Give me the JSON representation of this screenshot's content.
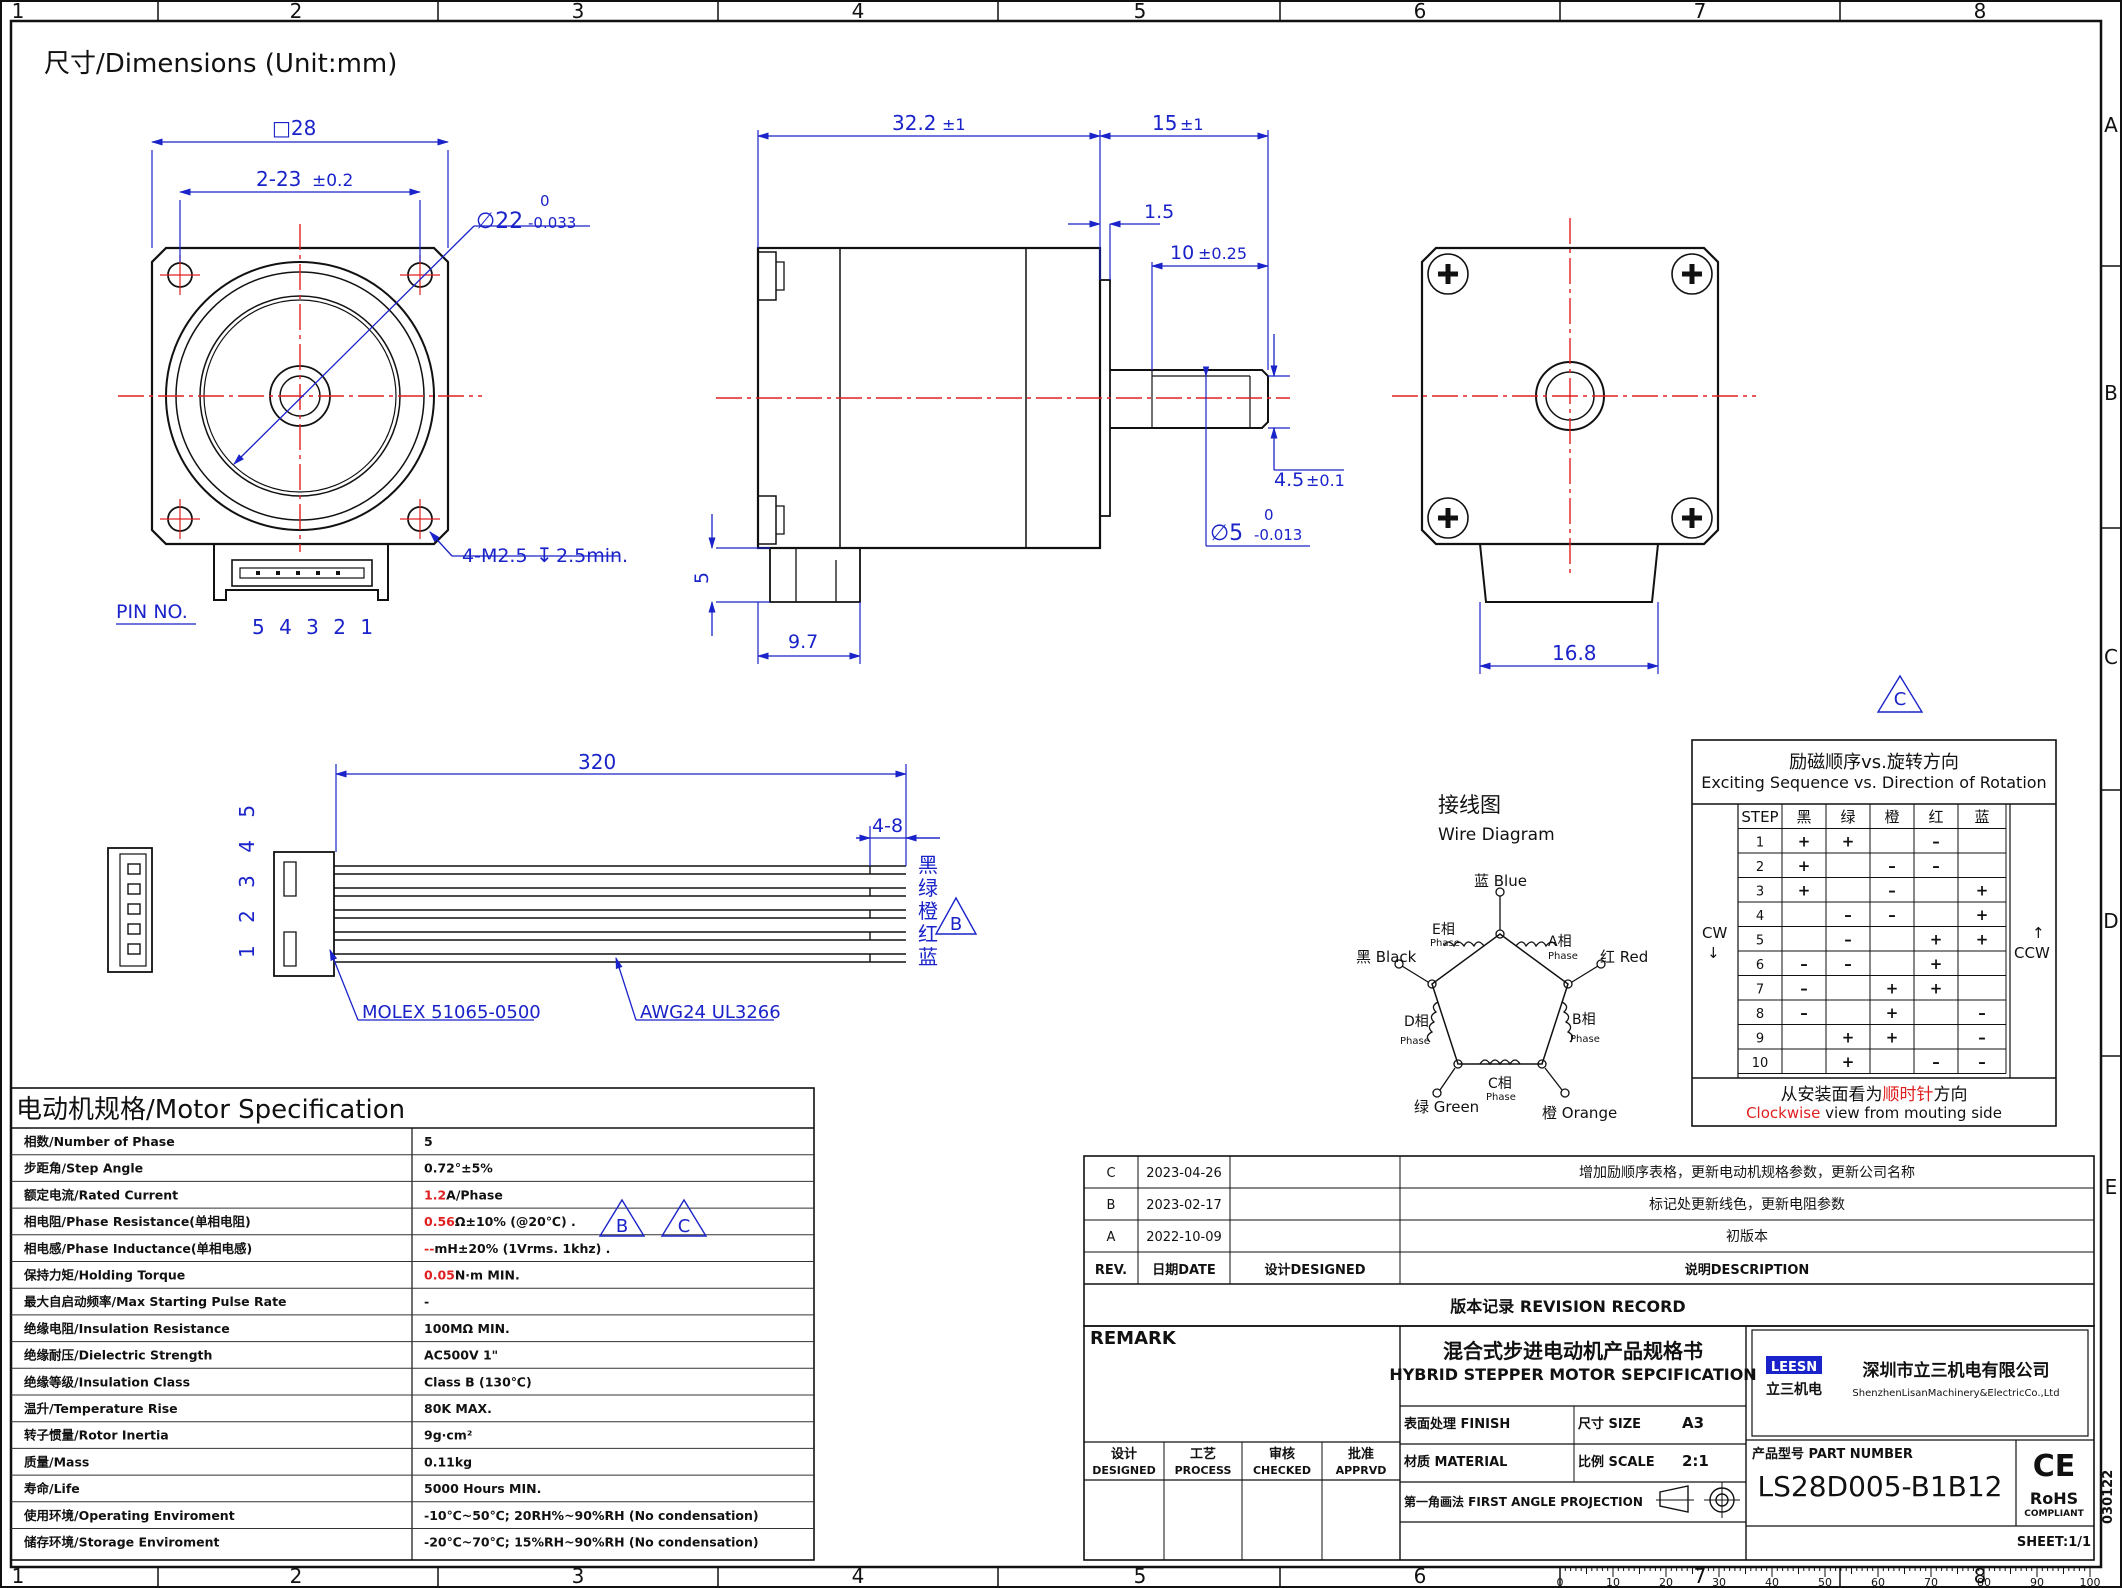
{
  "border": {
    "cols": [
      "1",
      "2",
      "3",
      "4",
      "5",
      "6",
      "7",
      "8"
    ],
    "rows": [
      "A",
      "B",
      "C",
      "D",
      "E"
    ]
  },
  "title": "尺寸/Dimensions (Unit:mm)",
  "front_view": {
    "square": "□28",
    "hole_spacing": "2-23",
    "hole_tol": "±0.2",
    "dia": "∅22",
    "dia_tol_upper": "0",
    "dia_tol_lower": "-0.033",
    "screw": "4-M2.5",
    "screw_depth": "2.5min.",
    "pin_label": "PIN NO.",
    "pins": "5 4 3 2 1"
  },
  "side_view": {
    "body_len": "32.2",
    "body_tol": "±1",
    "shaft_len": "15",
    "shaft_tol": "±1",
    "boss": "1.5",
    "flat_len": "10",
    "flat_tol": "±0.25",
    "flat_depth": "4.5",
    "flat_depth_tol": "±0.1",
    "shaft_dia": "∅5",
    "shaft_tol_upper": "0",
    "shaft_tol_lower": "-0.013",
    "conn_h": "5",
    "conn_w": "9.7"
  },
  "rear_view": {
    "width": "16.8"
  },
  "cable": {
    "length": "320",
    "strip": "4-8",
    "pins": "1 2 3 4 5",
    "connector": "MOLEX 51065-0500",
    "wire": "AWG24 UL3266",
    "colors": [
      "黑",
      "绿",
      "橙",
      "红",
      "蓝"
    ],
    "rev_mark": "B"
  },
  "wire_diagram": {
    "title_cn": "接线图",
    "title_en": "Wire Diagram",
    "blue": "蓝 Blue",
    "red": "红 Red",
    "black": "黑 Black",
    "green": "绿 Green",
    "orange": "橙 Orange",
    "phase_a": "A相",
    "phase_b": "B相",
    "phase_c": "C相",
    "phase_d": "D相",
    "phase_e": "E相",
    "phase_word": "Phase"
  },
  "sequence": {
    "rev_mark": "C",
    "title_cn": "励磁顺序vs.旋转方向",
    "title_en": "Exciting Sequence vs. Direction of Rotation",
    "headers": [
      "STEP",
      "黑",
      "绿",
      "橙",
      "红",
      "蓝"
    ],
    "rows": [
      [
        "1",
        "+",
        "+",
        "",
        "–",
        ""
      ],
      [
        "2",
        "+",
        "",
        "–",
        "–",
        ""
      ],
      [
        "3",
        "+",
        "",
        "–",
        "",
        "+"
      ],
      [
        "4",
        "",
        "–",
        "–",
        "",
        "+"
      ],
      [
        "5",
        "",
        "–",
        "",
        "+",
        "+"
      ],
      [
        "6",
        "–",
        "–",
        "",
        "+",
        ""
      ],
      [
        "7",
        "–",
        "",
        "+",
        "+",
        ""
      ],
      [
        "8",
        "–",
        "",
        "+",
        "",
        "–"
      ],
      [
        "9",
        "",
        "+",
        "+",
        "",
        "–"
      ],
      [
        "10",
        "",
        "+",
        "",
        "–",
        "–"
      ]
    ],
    "cw": "CW",
    "ccw": "CCW",
    "footer_cn_a": "从安装面看为",
    "footer_cn_red": "顺时针",
    "footer_cn_b": "方向",
    "footer_en_red": "Clockwise",
    "footer_en": " view from mouting side"
  },
  "spec": {
    "title": "电动机规格/Motor Specification",
    "rows": [
      {
        "label": "相数/Number of Phase",
        "value": "5",
        "red": ""
      },
      {
        "label": "步距角/Step Angle",
        "value": "0.72°±5%",
        "red": ""
      },
      {
        "label": "额定电流/Rated Current",
        "value": "A/Phase",
        "red": "1.2"
      },
      {
        "label": "相电阻/Phase Resistance(单相电阻)",
        "value": "Ω±10% (@20℃) .",
        "red": "0.56"
      },
      {
        "label": "相电感/Phase Inductance(单相电感)",
        "value": "mH±20% (1Vrms. 1khz) .",
        "red": "--"
      },
      {
        "label": "保持力矩/Holding Torque",
        "value": "N·m MIN.",
        "red": "0.05"
      },
      {
        "label": "最大自启动频率/Max Starting Pulse Rate",
        "value": "-",
        "red": ""
      },
      {
        "label": "绝缘电阻/Insulation Resistance",
        "value": "100MΩ MIN.",
        "red": ""
      },
      {
        "label": "绝缘耐压/Dielectric Strength",
        "value": "AC500V 1\"",
        "red": ""
      },
      {
        "label": "绝缘等级/Insulation Class",
        "value": "Class B (130℃)",
        "red": ""
      },
      {
        "label": "温升/Temperature Rise",
        "value": "80K MAX.",
        "red": ""
      },
      {
        "label": "转子惯量/Rotor Inertia",
        "value": "9g·cm²",
        "red": ""
      },
      {
        "label": "质量/Mass",
        "value": "0.11kg",
        "red": ""
      },
      {
        "label": "寿命/Life",
        "value": "5000 Hours MIN.",
        "red": ""
      },
      {
        "label": "使用环境/Operating Enviroment",
        "value": "-10℃~50℃; 20RH%~90%RH (No condensation)",
        "red": ""
      },
      {
        "label": "储存环境/Storage Enviroment",
        "value": "-20℃~70℃; 15%RH~90%RH (No condensation)",
        "red": ""
      }
    ],
    "marks": [
      "B",
      "C"
    ]
  },
  "revisions": {
    "rows": [
      {
        "rev": "C",
        "date": "2023-04-26",
        "designed": "",
        "desc": "增加励顺序表格，更新电动机规格参数，更新公司名称"
      },
      {
        "rev": "B",
        "date": "2023-02-17",
        "designed": "",
        "desc": "标记处更新线色，更新电阻参数"
      },
      {
        "rev": "A",
        "date": "2022-10-09",
        "designed": "",
        "desc": "初版本"
      }
    ],
    "h_rev": "REV.",
    "h_date": "日期DATE",
    "h_designed": "设计DESIGNED",
    "h_desc": "说明DESCRIPTION",
    "record": "版本记录 REVISION RECORD"
  },
  "titleblock": {
    "remark": "REMARK",
    "product_cn": "混合式步进电动机产品规格书",
    "product_en": "HYBRID STEPPER MOTOR SEPCIFICATION",
    "logo": "LEESN",
    "logo_cn": "立三机电",
    "company_cn": "深圳市立三机电有限公司",
    "company_en": "ShenzhenLisanMachinery&ElectricCo.,Ltd",
    "finish": "表面处理 FINISH",
    "size": "尺寸 SIZE",
    "size_val": "A3",
    "material": "材质 MATERIAL",
    "scale": "比例 SCALE",
    "scale_val": "2:1",
    "projection": "第一角画法 FIRST ANGLE PROJECTION",
    "part_label": "产品型号 PART NUMBER",
    "part_number": "LS28D005-B1B12",
    "ce": "CE",
    "rohs": "RoHS",
    "rohs_sub": "COMPLIANT",
    "sheet": "SHEET:1/1",
    "sign": [
      [
        "设计",
        "DESIGNED"
      ],
      [
        "工艺",
        "PROCESS"
      ],
      [
        "审核",
        "CHECKED"
      ],
      [
        "批准",
        "APPRVD"
      ]
    ],
    "doc_code": "030122"
  },
  "ruler": [
    "0",
    "10",
    "20",
    "30",
    "40",
    "50",
    "60",
    "70",
    "80",
    "90",
    "100"
  ]
}
